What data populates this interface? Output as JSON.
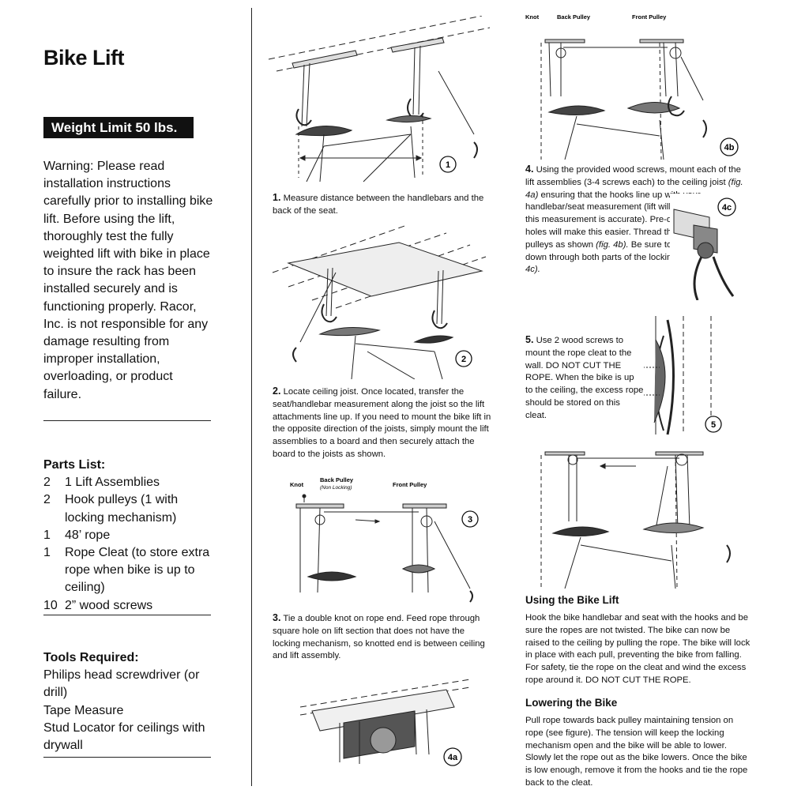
{
  "title": "Bike Lift",
  "banner": "Weight Limit 50 lbs.",
  "warning": "Warning: Please read installation instructions carefully prior to installing bike lift. Before using the lift, thoroughly test the fully weighted lift with bike in place to insure the rack has been installed securely and is functioning properly. Racor, Inc. is not responsible for any damage resulting from improper installation, overloading, or product failure.",
  "parts": {
    "heading": "Parts List:",
    "items": [
      {
        "qty": "2",
        "text": "1 Lift Assemblies"
      },
      {
        "qty": "2",
        "text": "Hook pulleys (1 with locking mechanism)"
      },
      {
        "qty": "1",
        "text": "48’ rope"
      },
      {
        "qty": "1",
        "text": "Rope Cleat (to store extra rope when bike is up to ceiling)"
      },
      {
        "qty": "10",
        "text": "2” wood screws"
      }
    ]
  },
  "tools": {
    "heading": "Tools Required:",
    "items": [
      "Philips head screwdriver (or drill)",
      "Tape Measure",
      "Stud Locator for ceilings with drywall"
    ]
  },
  "steps": {
    "s1": {
      "num": "1.",
      "text": "Measure distance between the handlebars and the back of the seat."
    },
    "s2": {
      "num": "2.",
      "text": "Locate ceiling joist. Once located, transfer the seat/handlebar measurement along the joist so the lift attachments line up. If you need to mount the bike lift in the opposite direction of the joists, simply mount the lift assemblies to a board and then securely attach the board to the joists as shown."
    },
    "s3": {
      "num": "3.",
      "text": "Tie a double knot on rope end. Feed rope through square hole on lift section that does not have the locking mechanism, so knotted end is between ceiling and lift assembly."
    },
    "s4": {
      "num": "4.",
      "a": "Using the provided wood screws, mount each of the lift assemblies (3-4 screws each) to the ceiling joist",
      "fig_a": "(fig. 4a)",
      "b": "ensuring that the hooks line up with your handlebar/seat measurement (lift will operate better if this measurement is accurate). Pre-drilling 1/8” pilot holes will make this easier. Thread the rope through the pulleys as shown",
      "fig_b": "(fig. 4b).",
      "c": "Be sure to thread the rope down through both parts of the locking mechanism",
      "fig_c": "(fig. 4c)."
    },
    "s5": {
      "num": "5.",
      "text": "Use 2 wood screws to mount the rope cleat to the wall. DO NOT CUT THE ROPE. When the bike is up to the ceiling, the excess rope should be stored on this cleat."
    }
  },
  "figures": {
    "f1": "1",
    "f2": "2",
    "f3": "3",
    "f4a": "4a",
    "f4b": "4b",
    "f4c": "4c",
    "f5": "5",
    "labels": {
      "knot": "Knot",
      "back_pulley": "Back Pulley",
      "non_locking": "(Non Locking)",
      "front_pulley": "Front Pulley"
    }
  },
  "using": {
    "heading": "Using the Bike Lift",
    "text": "Hook the bike handlebar and seat with the hooks and be sure the ropes are not twisted. The bike can now be raised to the ceiling by pulling the rope. The bike will lock in place with each pull, preventing the bike from falling. For safety, tie the rope on the cleat and wind the excess rope around it. DO NOT CUT THE ROPE."
  },
  "lowering": {
    "heading": "Lowering the Bike",
    "text": "Pull rope towards back pulley maintaining tension on rope (see figure). The tension will keep the locking mechanism open and the bike will be able to lower. Slowly let the rope out as the bike lowers. Once the bike is low enough, remove it from the hooks and tie the rope back to the cleat."
  }
}
